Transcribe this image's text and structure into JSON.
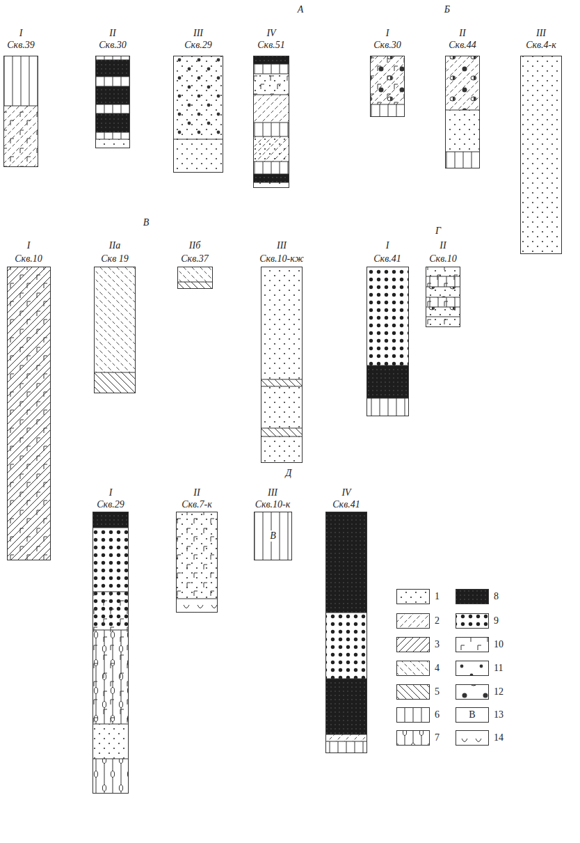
{
  "diagram": {
    "nodes": [
      {
        "text": [
          "В"
        ]
      }
    ],
    "labels": [
      "А",
      "Б",
      "I",
      "Скв.39",
      "II",
      "Скв.30",
      "III",
      "Скв.29",
      "IV",
      "Скв.51",
      "I",
      "Скв.30",
      "II",
      "Скв.44",
      "III",
      "Скв.4-к",
      "В",
      "Г",
      "I",
      "Скв.10",
      "IIа",
      "Скв 19",
      "IIб",
      "Скв.37",
      "III",
      "Скв.10-кж",
      "I",
      "Скв.41",
      "II",
      "Скв.10",
      "Д",
      "I",
      "Скв.29",
      "II",
      "Скв.7-к",
      "III",
      "Скв.10-к",
      "IV",
      "Скв.41",
      "В"
    ],
    "legend": [
      {
        "text": "1"
      },
      {
        "text": "2"
      },
      {
        "text": "3"
      },
      {
        "text": "4"
      },
      {
        "text": "5"
      },
      {
        "text": "6"
      },
      {
        "text": "7"
      },
      {
        "text": "8"
      },
      {
        "text": "9"
      },
      {
        "text": "10"
      },
      {
        "text": "11"
      },
      {
        "text": "12"
      },
      {
        "text": "13"
      },
      {
        "text": "14"
      }
    ]
  }
}
